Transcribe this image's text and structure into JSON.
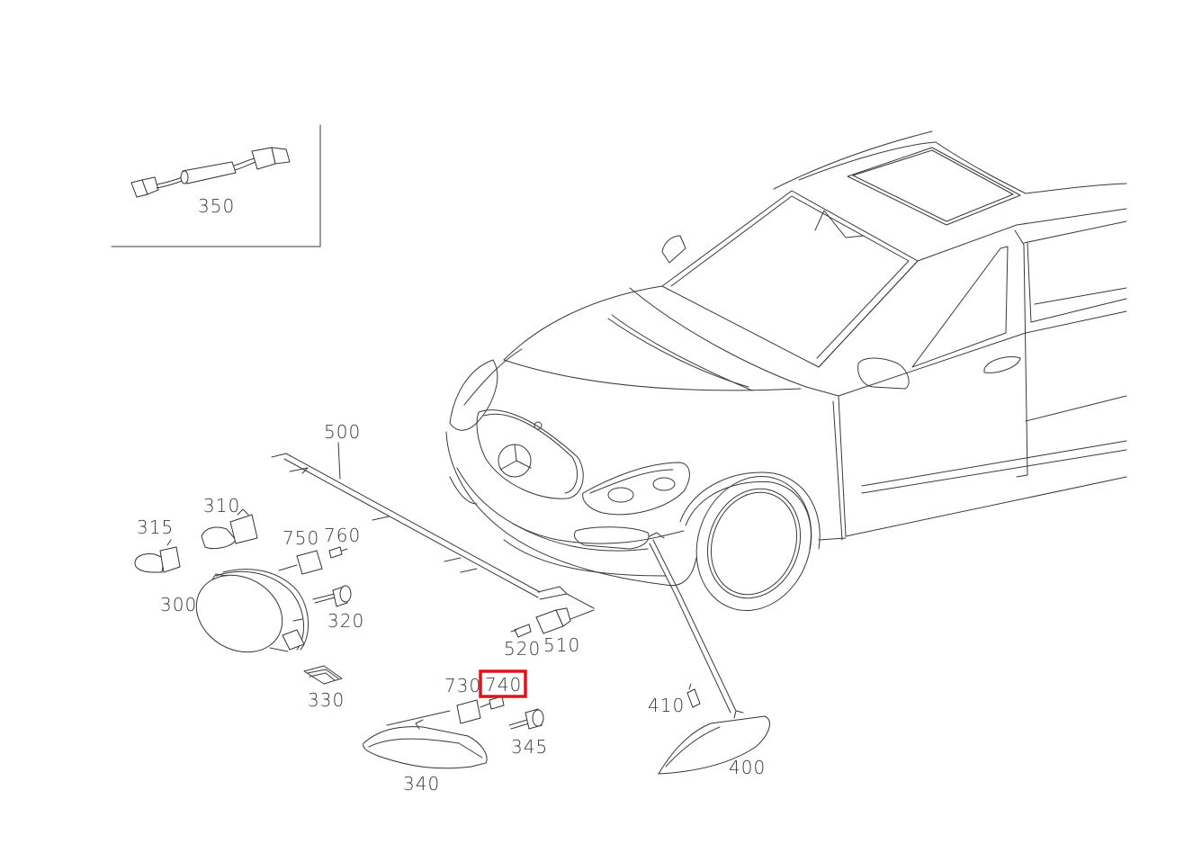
{
  "diagram": {
    "callouts": {
      "p350": "350",
      "p500": "500",
      "p310": "310",
      "p315": "315",
      "p750": "750",
      "p760": "760",
      "p300": "300",
      "p320": "320",
      "p520": "520",
      "p510": "510",
      "p330": "330",
      "p730": "730",
      "p740": "740",
      "p345": "345",
      "p340": "340",
      "p410": "410",
      "p400": "400"
    },
    "highlighted_part": "740",
    "colors": {
      "line": "#3a3a3a",
      "highlight": "#e0131a",
      "background": "#ffffff"
    }
  }
}
